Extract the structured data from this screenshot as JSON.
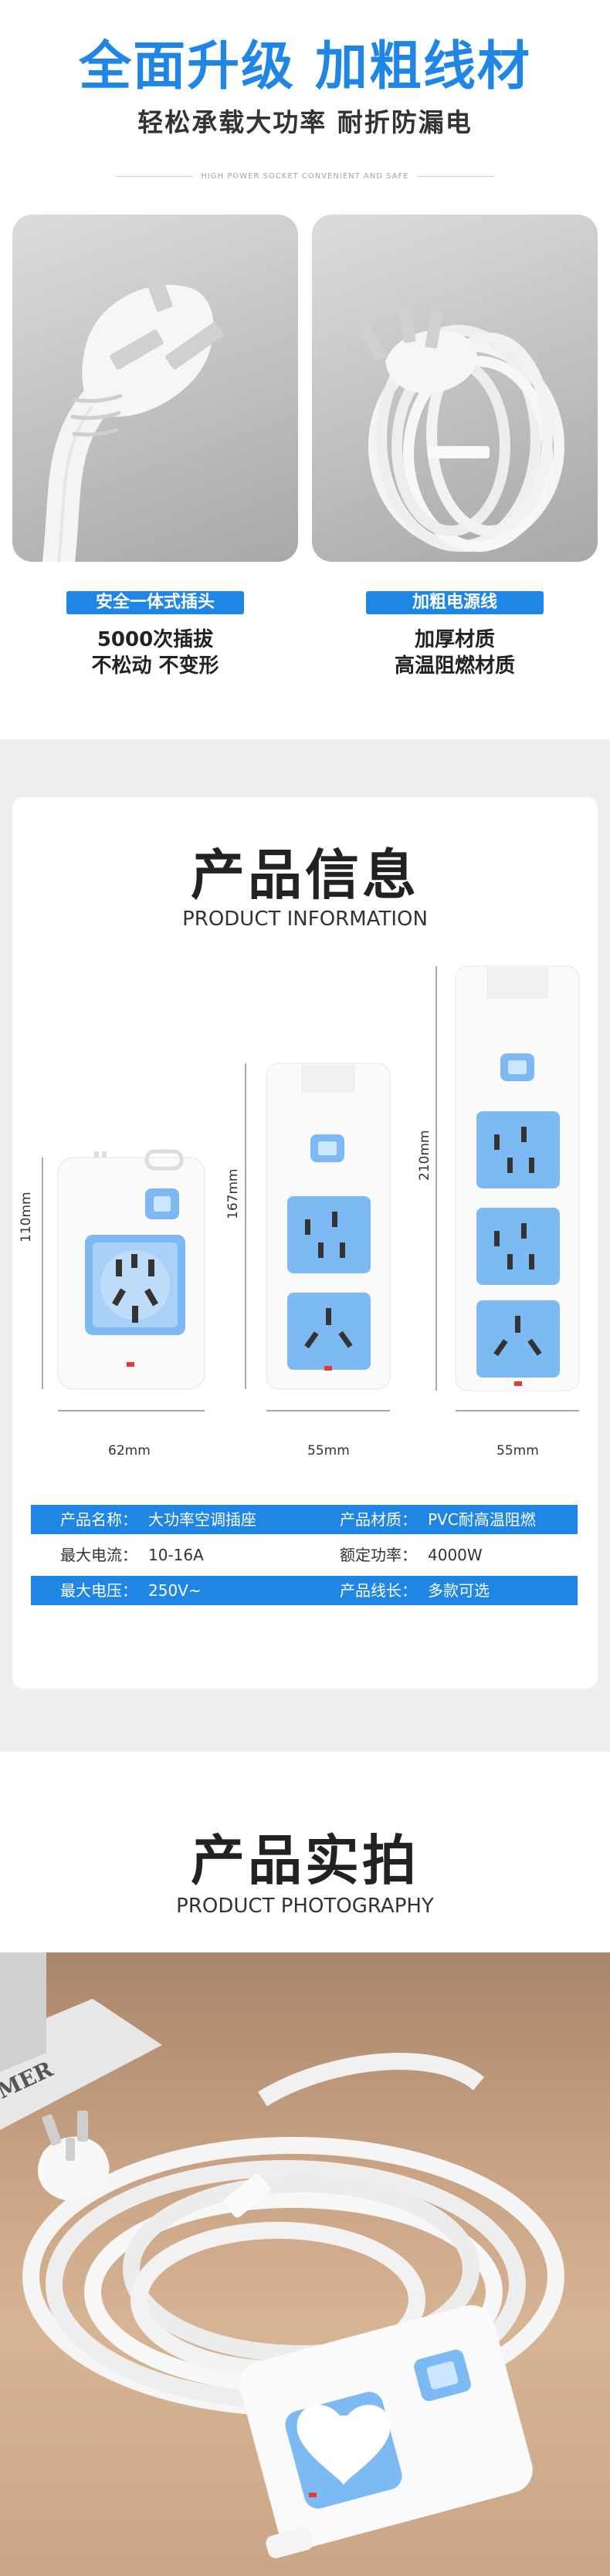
{
  "header": {
    "title": "全面升级 加粗线材",
    "subtitle": "轻松承载大功率 耐折防漏电",
    "tagline": "HIGH POWER SOCKET CONVENIENT AND SAFE"
  },
  "features": [
    {
      "badge": "安全一体式插头",
      "line1": "5000次插拔",
      "line2": "不松动 不变形"
    },
    {
      "badge": "加粗电源线",
      "line1": "加厚材质",
      "line2": "高温阻燃材质"
    }
  ],
  "product_info": {
    "title": "产品信息",
    "title_en": "PRODUCT INFORMATION",
    "models": [
      {
        "height": "110mm",
        "width": "62mm"
      },
      {
        "height": "167mm",
        "width": "55mm"
      },
      {
        "height": "210mm",
        "width": "55mm"
      }
    ],
    "specs": [
      {
        "k1": "产品名称：",
        "v1": "大功率空调插座",
        "k2": "产品材质：",
        "v2": "PVC耐高温阻燃"
      },
      {
        "k1": "最大电流：",
        "v1": "10-16A",
        "k2": "额定功率：",
        "v2": "4000W"
      },
      {
        "k1": "最大电压：",
        "v1": "250V~",
        "k2": "产品线长：",
        "v2": "多款可选"
      }
    ]
  },
  "photography": {
    "title": "产品实拍",
    "title_en": "PRODUCT PHOTOGRAPHY",
    "background_text": "MER"
  }
}
